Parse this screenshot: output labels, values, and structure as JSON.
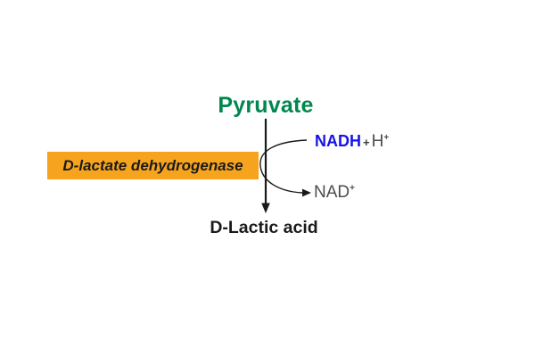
{
  "diagram": {
    "title": "Pyruvate to D-Lactic acid reaction",
    "background_color": "#ffffff",
    "substrate": {
      "label": "Pyruvate",
      "color": "#00874E"
    },
    "enzyme": {
      "label": "D-lactate dehydrogenase",
      "box_color": "#F6A41E",
      "text_color": "#1A1A1A"
    },
    "cofactor_in": {
      "nadh_label": "NADH",
      "nadh_color": "#1414E6",
      "plus": "+",
      "h_label": "H",
      "h_superscript": "+",
      "text_color": "#4D4D4D"
    },
    "cofactor_out": {
      "label": "NAD",
      "superscript": "+",
      "color": "#4D4D4D"
    },
    "product": {
      "label": "D-Lactic acid",
      "color": "#1A1A1A"
    },
    "arrows": {
      "color": "#1A1A1A",
      "main_arrow": "vertical, pyruvate to d-lactic acid",
      "cofactor_arrow": "curved, NADH+H+ to NAD+"
    }
  }
}
